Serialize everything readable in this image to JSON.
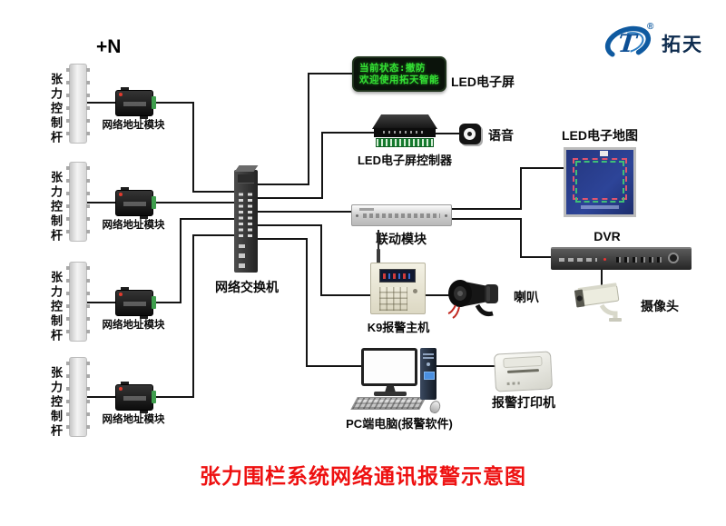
{
  "meta": {
    "title": "张力围栏系统网络通讯报警示意图"
  },
  "logo": {
    "brand": "拓天",
    "registered": "®"
  },
  "annotations": {
    "plus_n": "+N"
  },
  "fence_rows": [
    {
      "pole_label": "张力控制杆",
      "module_label": "网络地址模块"
    },
    {
      "pole_label": "张力控制杆",
      "module_label": "网络地址模块"
    },
    {
      "pole_label": "张力控制杆",
      "module_label": "网络地址模块"
    },
    {
      "pole_label": "张力控制杆",
      "module_label": "网络地址模块"
    }
  ],
  "devices": {
    "switch": {
      "label": "网络交换机"
    },
    "led_screen": {
      "label": "LED电子屏",
      "line1": "当前状态:撤防",
      "line2": "欢迎使用拓天智能"
    },
    "led_controller": {
      "label": "LED电子屏控制器"
    },
    "voice": {
      "label": "语音"
    },
    "linkage": {
      "label": "联动模块"
    },
    "led_map": {
      "label": "LED电子地图"
    },
    "dvr": {
      "label": "DVR"
    },
    "k9": {
      "label": "K9报警主机"
    },
    "horn": {
      "label": "喇叭"
    },
    "camera": {
      "label": "摄像头"
    },
    "pc": {
      "label": "PC端电脑(报警软件)"
    },
    "printer": {
      "label": "报警打印机"
    }
  },
  "colors": {
    "title_red": "#ee1010",
    "led_green": "#35e035",
    "logo_blue": "#0f5aa0",
    "map_blue": "#2c4499",
    "wire_black": "#141414"
  },
  "connections": [
    {
      "from": "tension-pole-1",
      "to": "network-address-module-1"
    },
    {
      "from": "network-address-module-1",
      "to": "network-switch"
    },
    {
      "from": "tension-pole-2",
      "to": "network-address-module-2"
    },
    {
      "from": "network-address-module-2",
      "to": "network-switch"
    },
    {
      "from": "tension-pole-3",
      "to": "network-address-module-3"
    },
    {
      "from": "network-address-module-3",
      "to": "network-switch"
    },
    {
      "from": "tension-pole-4",
      "to": "network-address-module-4"
    },
    {
      "from": "network-address-module-4",
      "to": "network-switch"
    },
    {
      "from": "network-switch",
      "to": "led-screen"
    },
    {
      "from": "network-switch",
      "to": "led-screen-controller"
    },
    {
      "from": "network-switch",
      "to": "linkage-module"
    },
    {
      "from": "network-switch",
      "to": "k9-alarm-host"
    },
    {
      "from": "network-switch",
      "to": "pc-computer"
    },
    {
      "from": "led-screen-controller",
      "to": "voice-speaker"
    },
    {
      "from": "linkage-module",
      "to": "led-map"
    },
    {
      "from": "linkage-module",
      "to": "dvr"
    },
    {
      "from": "dvr",
      "to": "camera"
    },
    {
      "from": "k9-alarm-host",
      "to": "horn"
    },
    {
      "from": "pc-computer",
      "to": "alarm-printer"
    }
  ]
}
